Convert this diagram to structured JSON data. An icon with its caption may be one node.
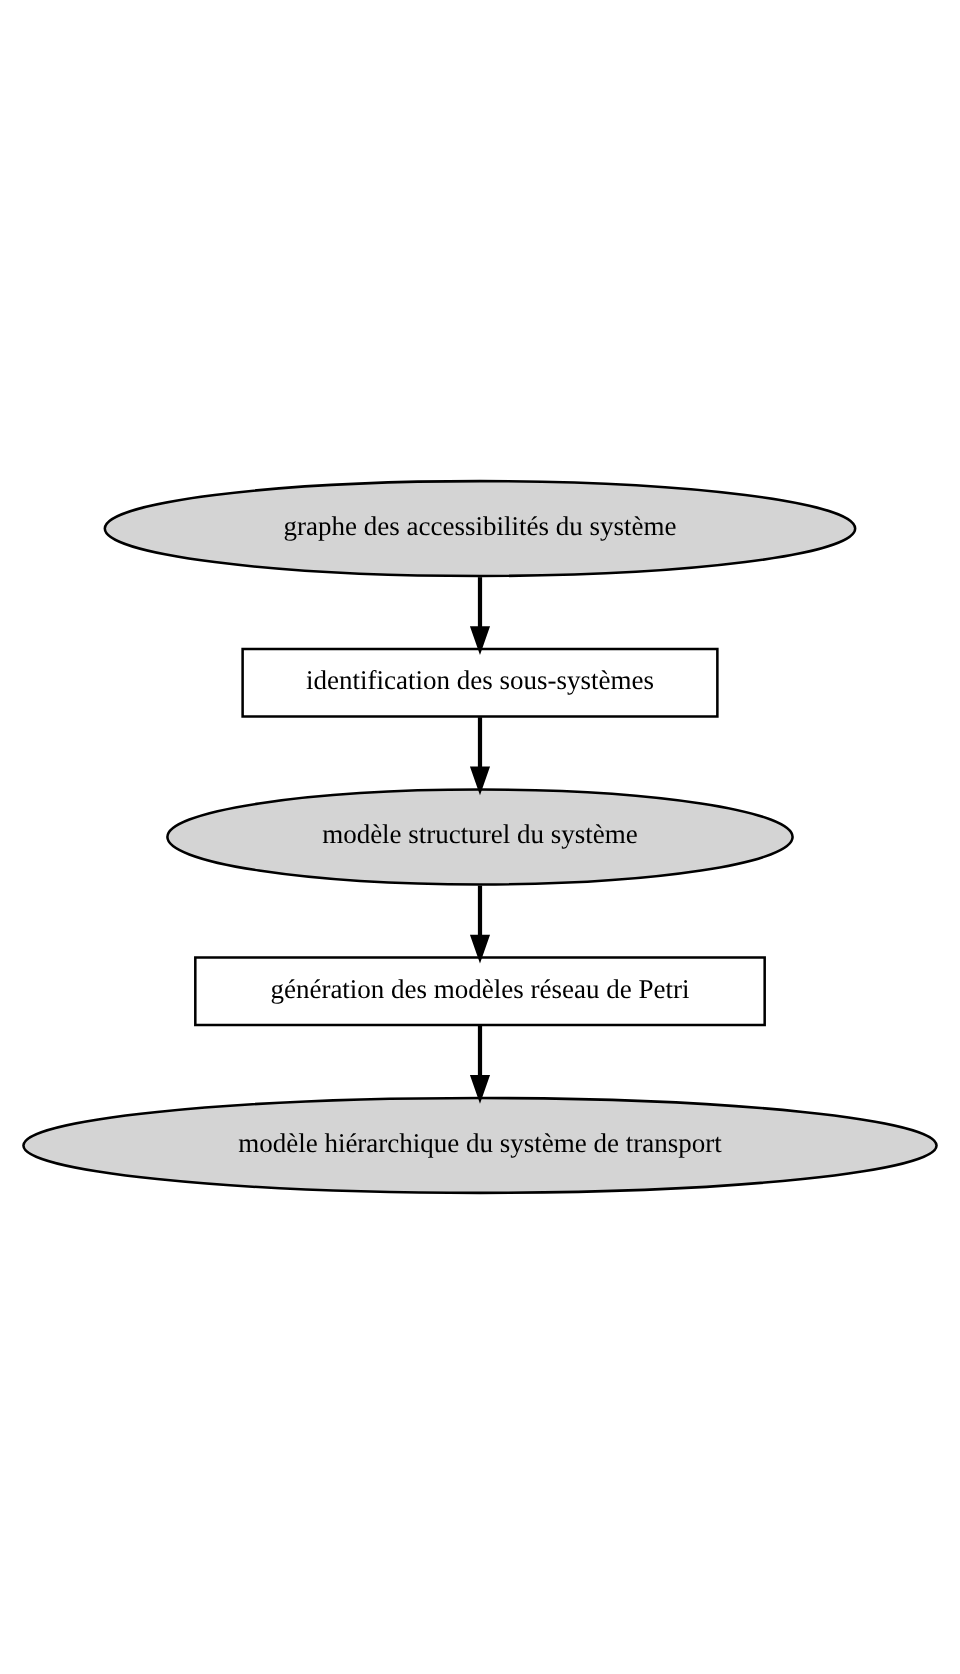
{
  "diagram": {
    "nodes": [
      {
        "text": [
          "graphe des accessibilités du système"
        ]
      },
      {
        "text": [
          "identification des sous-systèmes"
        ]
      },
      {
        "text": [
          "modèle structurel du système"
        ]
      },
      {
        "text": [
          "génération des modèles réseau de Petri"
        ]
      },
      {
        "text": [
          "modèle hiérarchique du système de transport"
        ]
      }
    ],
    "edges": [
      {
        "from": 0,
        "to": 1,
        "arrow": "to"
      },
      {
        "from": 1,
        "to": 2,
        "arrow": "to"
      },
      {
        "from": 2,
        "to": 3,
        "arrow": "to"
      },
      {
        "from": 3,
        "to": 4,
        "arrow": "to"
      }
    ]
  }
}
